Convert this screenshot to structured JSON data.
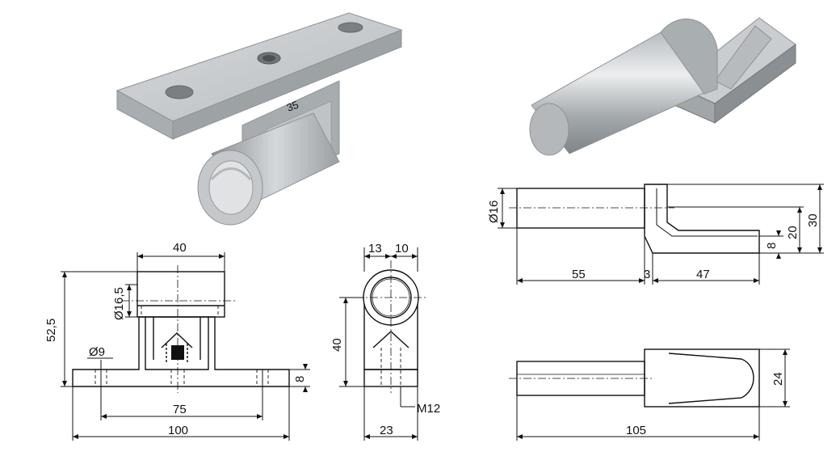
{
  "colors": {
    "line": "#111111",
    "steel_light": "#c9cdcf",
    "steel_mid": "#a9aeb1",
    "steel_dark": "#7d8286",
    "background": "#ffffff"
  },
  "left_part": {
    "engraving": "35",
    "front_view": {
      "width": "40",
      "dia_hole": "Ø16,5",
      "height": "52,5",
      "mount_hole": "Ø9",
      "hole_spacing": "75",
      "base_length": "100",
      "base_thickness": "8"
    },
    "side_view": {
      "dim_a": "13",
      "dim_b": "10",
      "height": "40",
      "width": "23",
      "thread": "M12"
    }
  },
  "right_part": {
    "side_view": {
      "pin_dia": "Ø16",
      "plate_thickness": "8",
      "height_20": "20",
      "height_30": "30",
      "pin_length": "55",
      "gap": "3",
      "plate_length": "47"
    },
    "top_view": {
      "width": "24",
      "total_length": "105"
    }
  }
}
